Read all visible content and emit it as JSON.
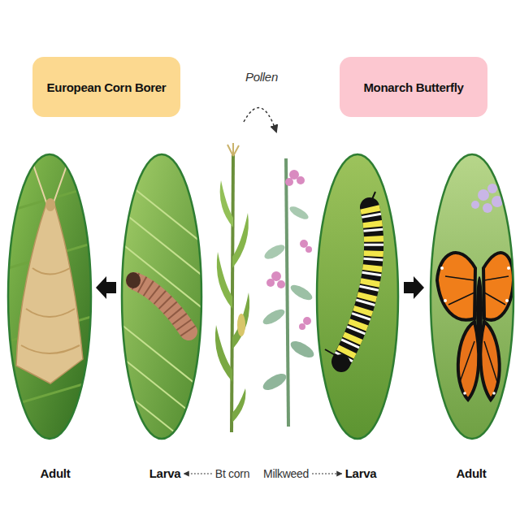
{
  "diagram": {
    "nodes": [
      {
        "text": [
          "European Corn Borer"
        ]
      },
      {
        "text": [
          "Monarch Butterfly"
        ]
      }
    ],
    "labels": [
      "Pollen",
      "Adult",
      "Larva",
      "Bt corn",
      "Milkweed",
      "Larva",
      "Adult"
    ]
  }
}
